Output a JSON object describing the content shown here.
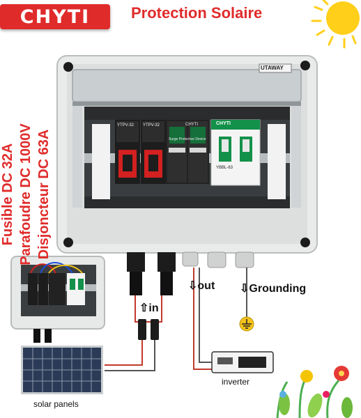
{
  "brand": {
    "logo_text": "CHYTI",
    "color": "#e02b2b"
  },
  "title": "Protection Solaire",
  "specs": [
    "Fusible DC 32A",
    "Parafoudre DC 1000V",
    "Disjoncteur DC 63A"
  ],
  "box": {
    "cover_label": "UTAWAY"
  },
  "devices": {
    "fuse_1": "YTPV-32",
    "fuse_2": "YTPV-32",
    "spd_brand": "CHYTI",
    "spd_caption": "Surge Protective Device",
    "breaker_brand": "CHYTI",
    "breaker_model": "YBBL-63"
  },
  "labels": {
    "in": "in",
    "out": "out",
    "grounding": "Grounding",
    "inverter": "inverter",
    "solar_panels": "solar panels"
  }
}
